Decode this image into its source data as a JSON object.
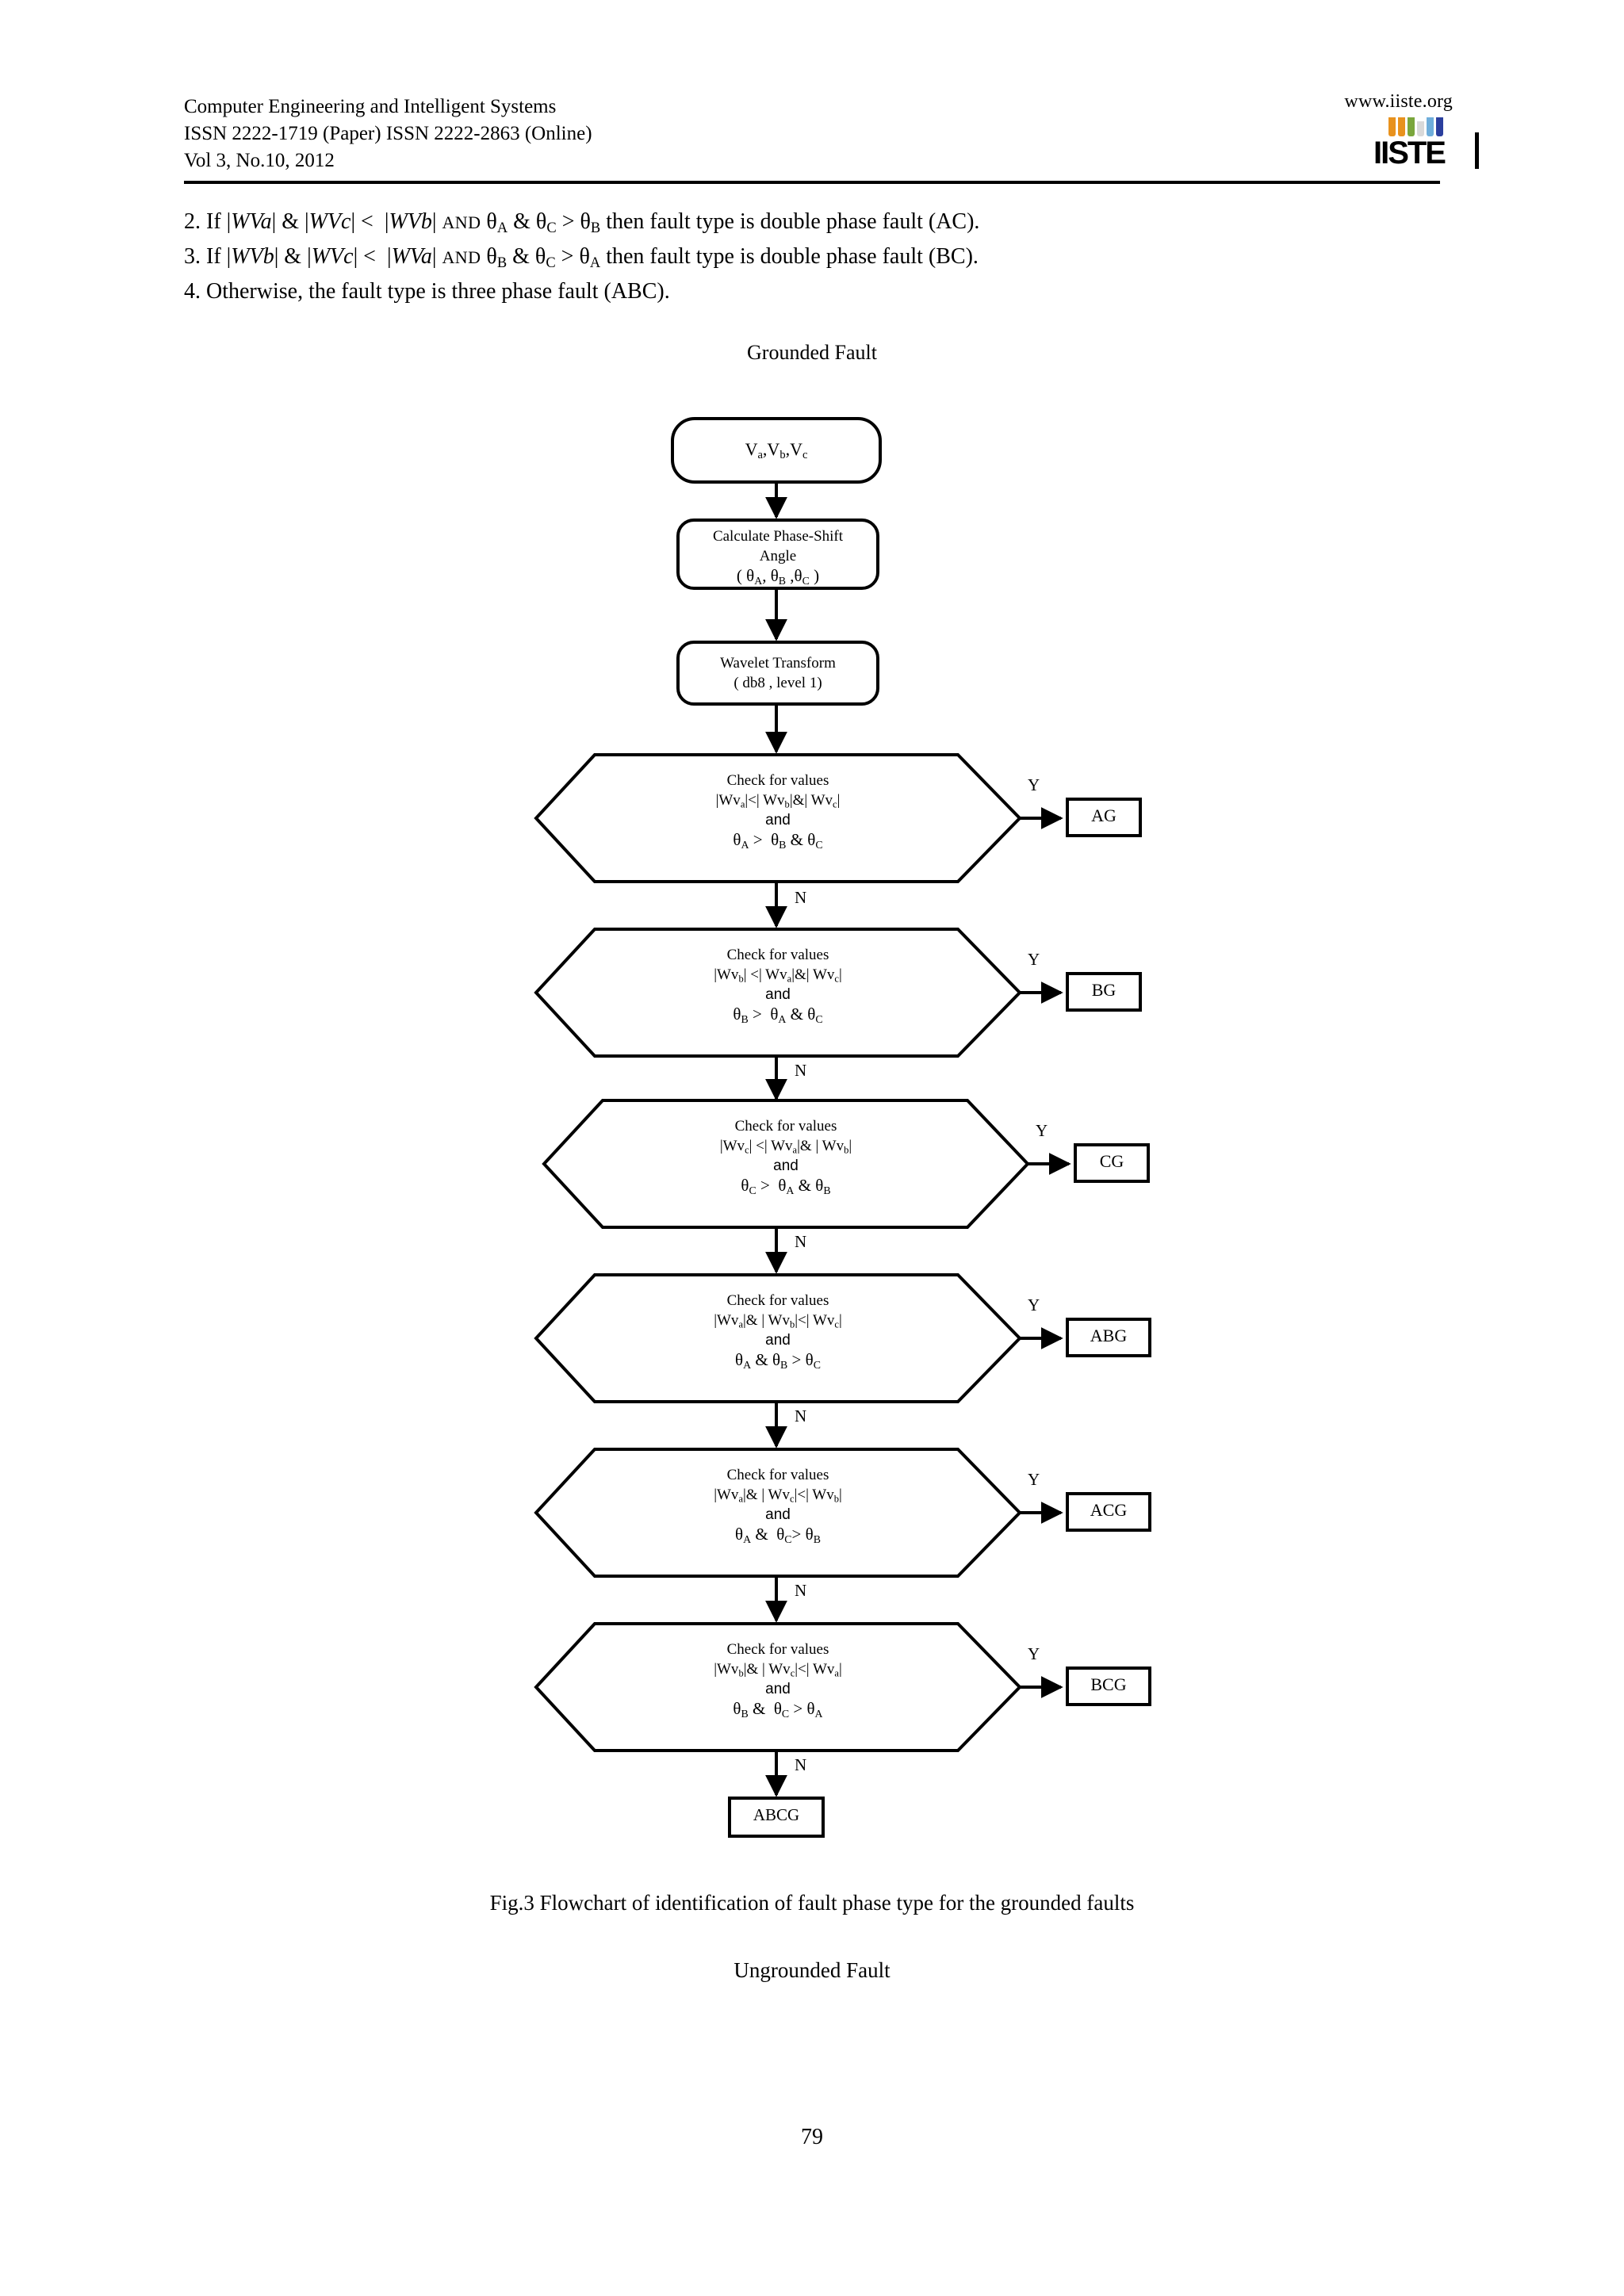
{
  "header": {
    "journal_title": "Computer Engineering and Intelligent Systems",
    "issn_line": "ISSN 2222-1719 (Paper) ISSN 2222-2863 (Online)",
    "volume_line": "Vol 3, No.10, 2012",
    "website": "www.iiste.org",
    "logo_text": "IISTE",
    "logo_bar_colors": [
      "#E8921E",
      "#E8921E",
      "#7AA63C",
      "#D9D9D9",
      "#6FAEDB",
      "#2B3F9E"
    ]
  },
  "intro": {
    "item2": {
      "num": "2. If ",
      "t1": "WVa",
      "t2": "WVc",
      "t3": "WVb",
      "and": "AND",
      "mid": "then fault type is double phase fault (AC)."
    },
    "item3": {
      "num": "3. If ",
      "t1": "WVb",
      "t2": "WVc",
      "t3": "WVa",
      "and": "AND",
      "mid": "then fault type is double phase fault (BC)."
    },
    "item4": "4. Otherwise, the fault type is three phase fault (ABC)."
  },
  "flowchart": {
    "title": "Grounded Fault",
    "start": {
      "label": "Va,Vb,Vc"
    },
    "process1": {
      "line1": "Calculate Phase-Shift",
      "line2": "Angle",
      "line3": "( θA, θB ,θC )"
    },
    "process2": {
      "line1": "Wavelet Transform",
      "line2": "( db8    , level 1)"
    },
    "decisions": [
      {
        "id": "dec-ag",
        "header": "Check for values",
        "condition": "|Wva|<| Wvb|&| Wvc|",
        "conjunction": "and",
        "angle_condition": "θA >  θB & θC",
        "yes_label": "Y",
        "no_label": "N",
        "output": "AG"
      },
      {
        "id": "dec-bg",
        "header": "Check for values",
        "condition": "|Wvb| <| Wva|&| Wvc|",
        "conjunction": "and",
        "angle_condition": "θB >  θA & θC",
        "yes_label": "Y",
        "no_label": "N",
        "output": "BG"
      },
      {
        "id": "dec-cg",
        "header": "Check for values",
        "condition": "|Wvc| <| Wva|& | Wvb|",
        "conjunction": "and",
        "angle_condition": "θC >  θA & θB",
        "yes_label": "Y",
        "no_label": "N",
        "output": "CG"
      },
      {
        "id": "dec-abg",
        "header": "Check for values",
        "condition": "|Wva|& | Wvb|<| Wvc|",
        "conjunction": "and",
        "angle_condition": "θA & θB > θC",
        "yes_label": "Y",
        "no_label": "N",
        "output": "ABG"
      },
      {
        "id": "dec-acg",
        "header": "Check for values",
        "condition": "|Wva|& | Wvc|<| Wvb|",
        "conjunction": "and",
        "angle_condition": "θA &  θC> θB",
        "yes_label": "Y",
        "no_label": "N",
        "output": "ACG"
      },
      {
        "id": "dec-bcg",
        "header": "Check for values",
        "condition": "|Wvb|& | Wvc|<| Wva|",
        "conjunction": "and",
        "angle_condition": "θB &  θC > θA",
        "yes_label": "Y",
        "no_label": "N",
        "output": "BCG"
      }
    ],
    "final_output": "ABCG",
    "final_branch_label": "N"
  },
  "figure_caption": "Fig.3 Flowchart of identification of fault phase type for the grounded faults",
  "section_subtitle": "Ungrounded Fault",
  "page_number": "79"
}
